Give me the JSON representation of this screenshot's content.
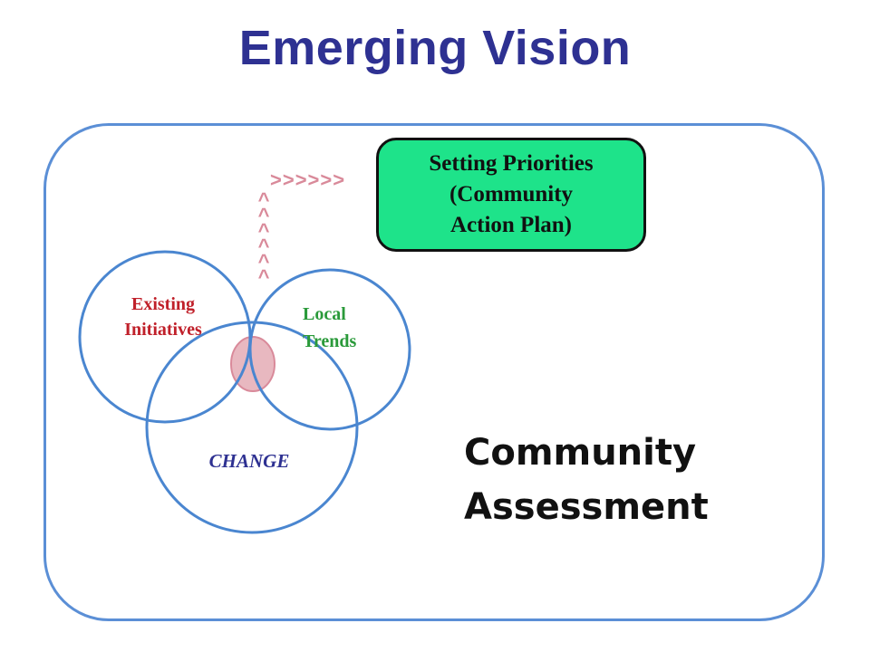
{
  "title": "Emerging Vision",
  "priority_box": {
    "text": "Setting Priorities\n(Community\nAction Plan)"
  },
  "circles": {
    "existing": "Existing\nInitiatives",
    "trends": "Local\nTrends",
    "change": "CHANGE"
  },
  "assessment": "Community\nAssessment",
  "arrows": {
    "horizontal": ">>>>>>",
    "vertical": [
      "^",
      "^",
      "^",
      "^",
      "^",
      "^"
    ]
  },
  "colors": {
    "title": "#2e3192",
    "frame": "#5b8fd6",
    "circle_stroke": "#4a86d0",
    "priority_fill": "#1ee38a",
    "arrow": "#d98a9a",
    "intersection": "#e8b8c0",
    "existing_label": "#c0202a",
    "trends_label": "#2a9a3a",
    "change_label": "#2e3192"
  }
}
